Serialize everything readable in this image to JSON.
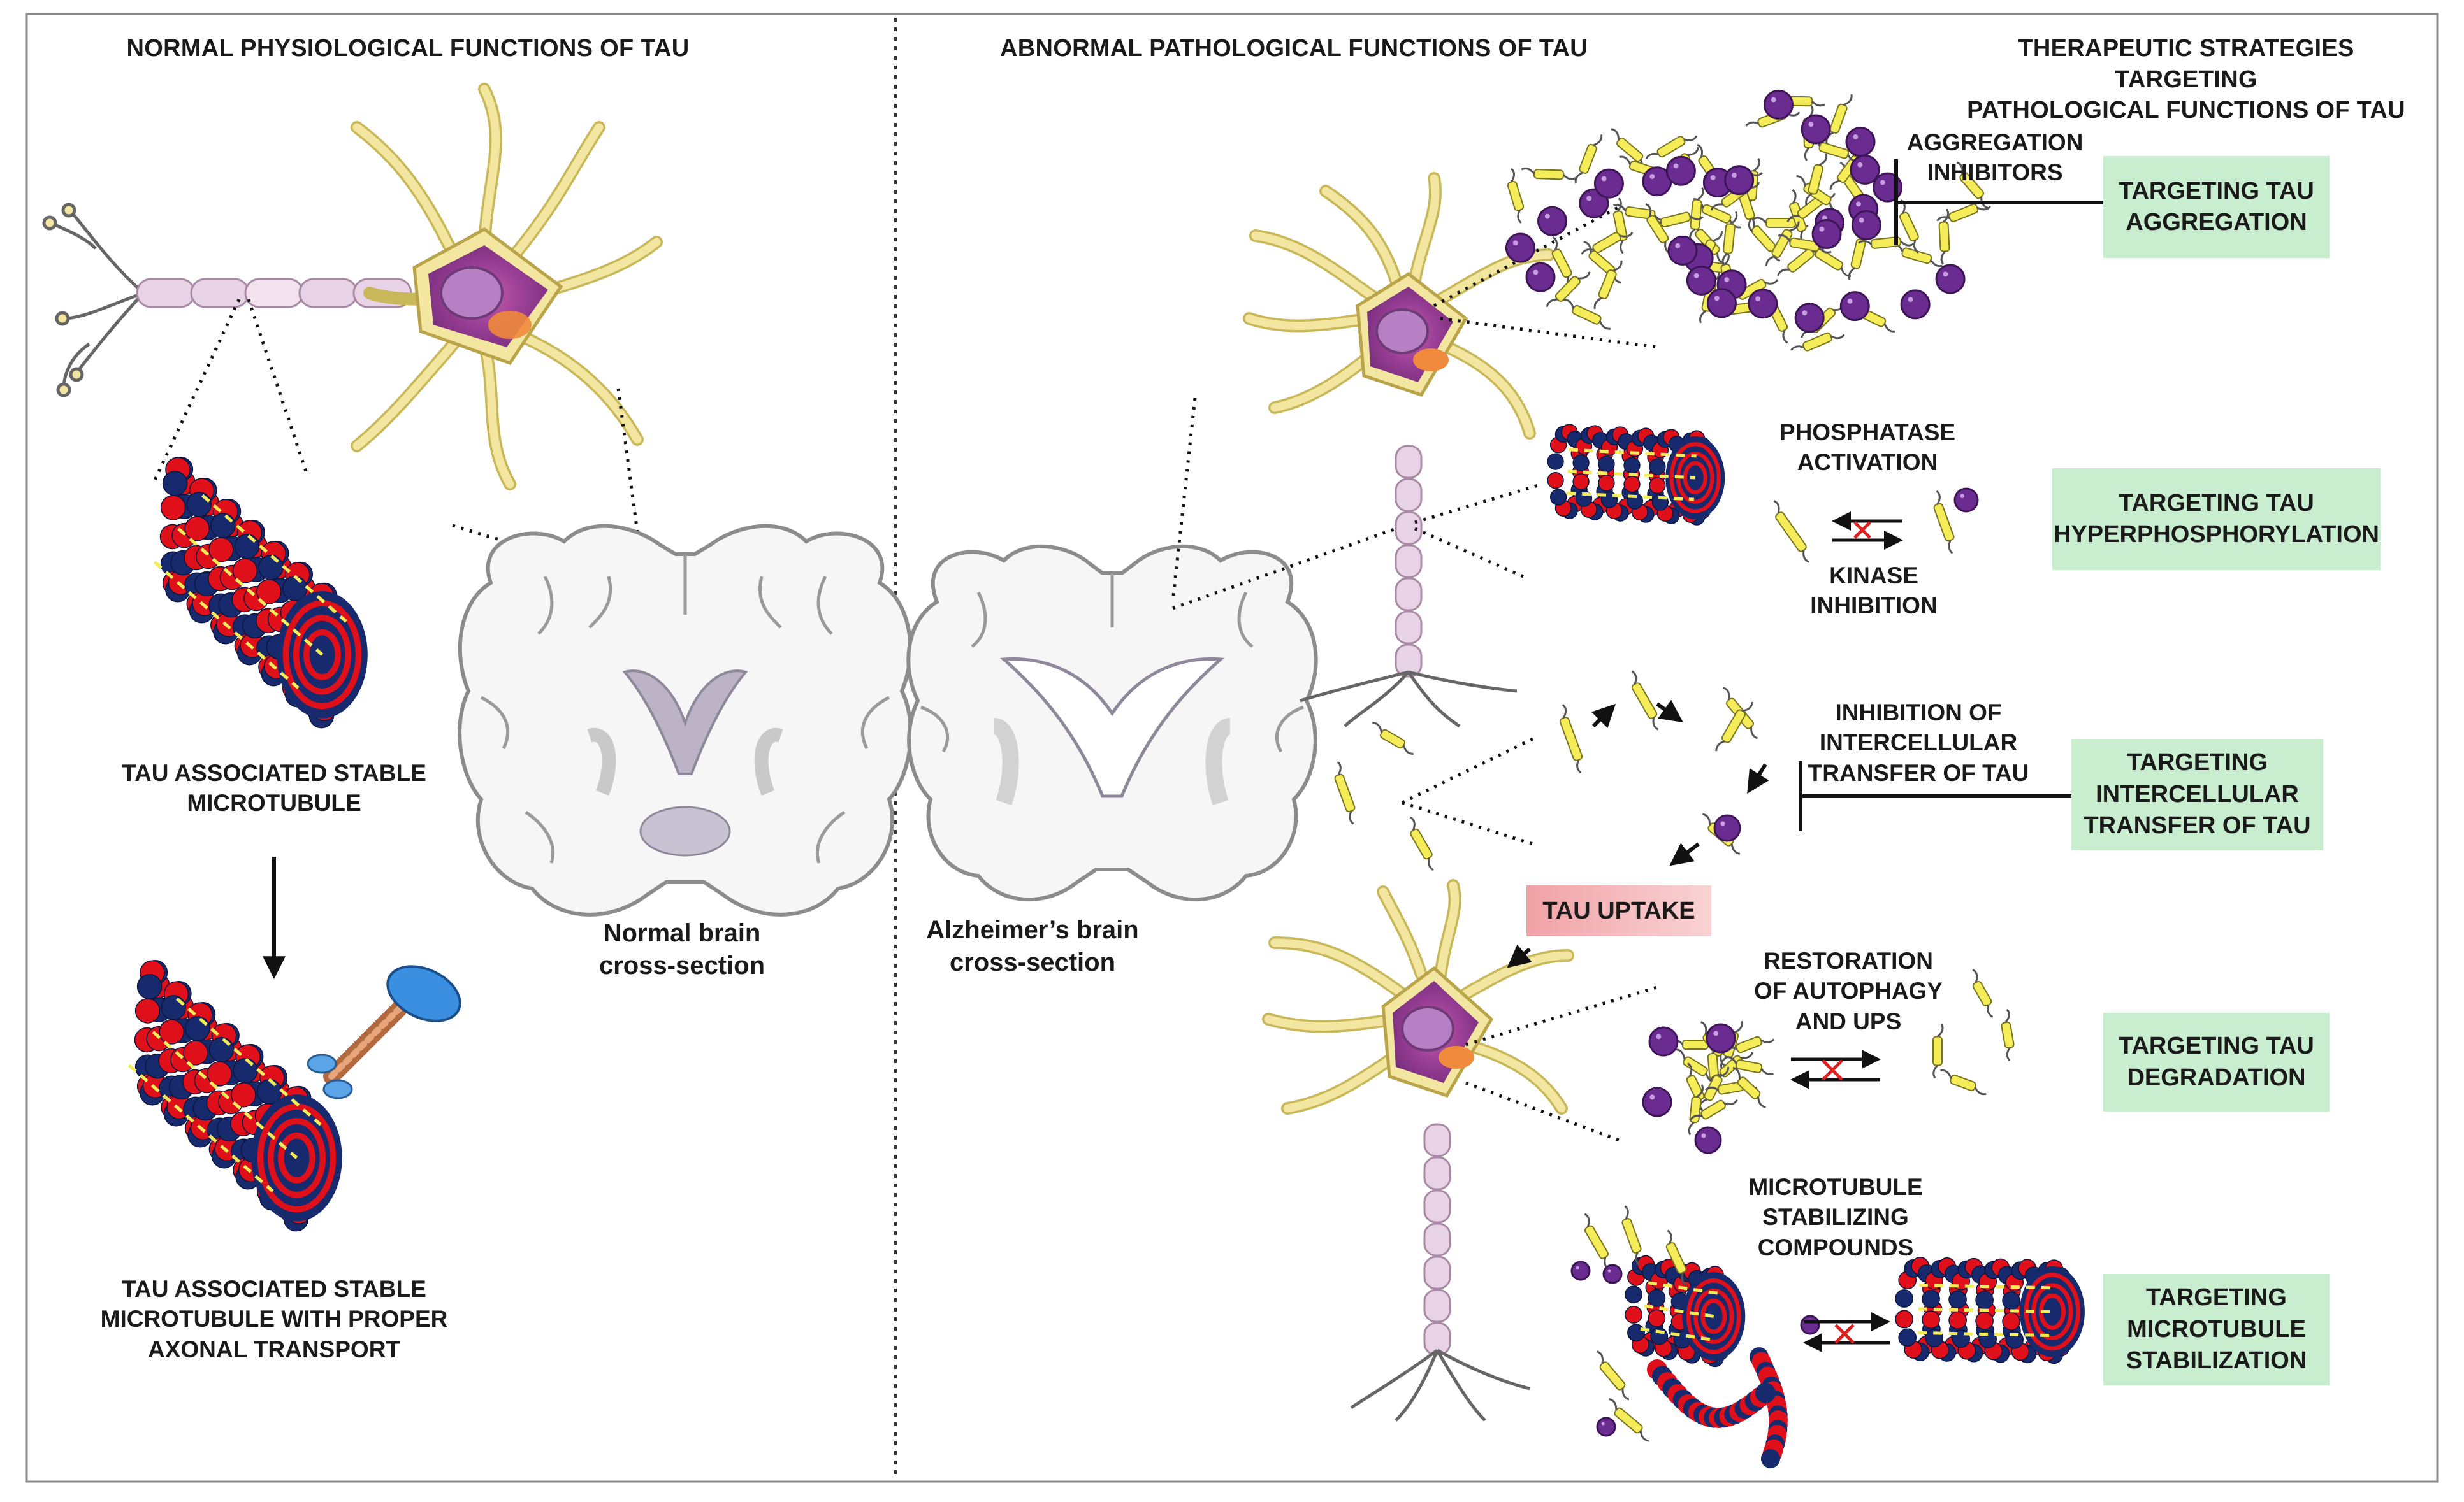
{
  "headers": {
    "normal": "NORMAL PHYSIOLOGICAL FUNCTIONS OF TAU",
    "abnormal": "ABNORMAL PATHOLOGICAL FUNCTIONS OF TAU",
    "therapeutic": "THERAPEUTIC STRATEGIES TARGETING\nPATHOLOGICAL FUNCTIONS OF TAU"
  },
  "normal_panel": {
    "microtubule_label": "TAU ASSOCIATED STABLE\nMICROTUBULE",
    "transport_label": "TAU ASSOCIATED STABLE\nMICROTUBULE WITH PROPER\nAXONAL TRANSPORT",
    "brain_caption": "Normal brain\ncross-section"
  },
  "abnormal_panel": {
    "brain_caption": "Alzheimer’s brain\ncross-section",
    "aggregation_inhibitors": "AGGREGATION\nINHIBITORS",
    "phosphatase_activation": "PHOSPHATASE\nACTIVATION",
    "kinase_inhibition": "KINASE\nINHIBITION",
    "intercellular_inhibition": "INHIBITION OF\nINTERCELLULAR\nTRANSFER OF TAU",
    "tau_uptake": "TAU UPTAKE",
    "autophagy_restoration": "RESTORATION\nOF AUTOPHAGY\nAND UPS",
    "mt_stabilizing": "MICROTUBULE\nSTABILIZING\nCOMPOUNDS"
  },
  "strategies": [
    "TARGETING TAU\nAGGREGATION",
    "TARGETING TAU\nHYPERPHOSPHORYLATION",
    "TARGETING\nINTERCELLULAR\nTRANSFER OF TAU",
    "TARGETING TAU\nDEGRADATION",
    "TARGETING\nMICROTUBULE\nSTABILIZATION"
  ],
  "colors": {
    "strategy_box": "#c9edcf",
    "tau_uptake_box": "#f4b3b6",
    "microtubule_red": "#e0101a",
    "microtubule_navy": "#172a6e",
    "neuron_yellow": "#f2e6a0",
    "phosphate_purple": "#6a2c91",
    "tau_yellow": "#f4ec59",
    "axon_pink": "#e8d3e6"
  }
}
